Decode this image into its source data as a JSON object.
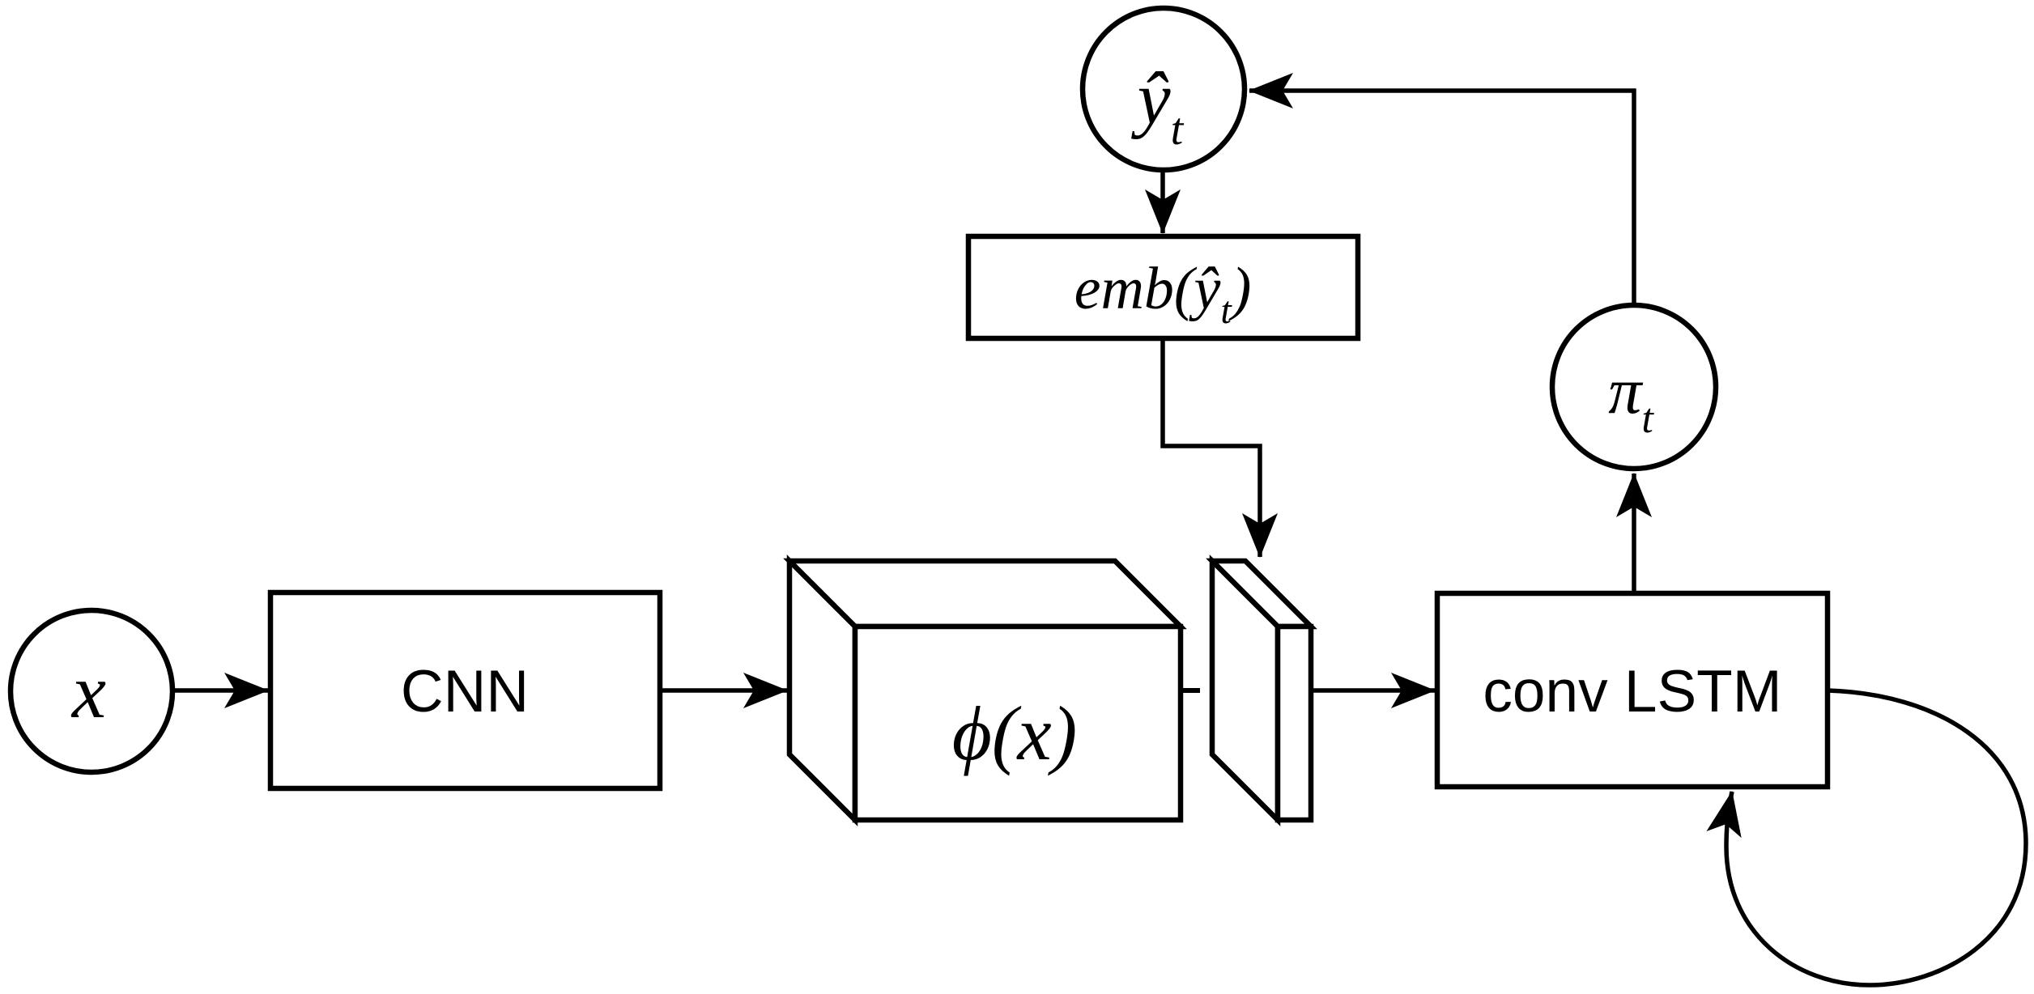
{
  "nodes": {
    "input": {
      "label": "x"
    },
    "cnn": {
      "label": "CNN"
    },
    "features": {
      "label": "ϕ(x)"
    },
    "embedding": {
      "prefix": "emb(ŷ",
      "subscript": "t",
      "suffix": ")"
    },
    "prediction": {
      "base": "ŷ",
      "subscript": "t"
    },
    "policy": {
      "base": "π",
      "subscript": "t"
    },
    "conv_lstm": {
      "label": "conv LSTM"
    }
  },
  "colors": {
    "stroke": "#000000",
    "background": "#ffffff",
    "text": "#000000"
  }
}
